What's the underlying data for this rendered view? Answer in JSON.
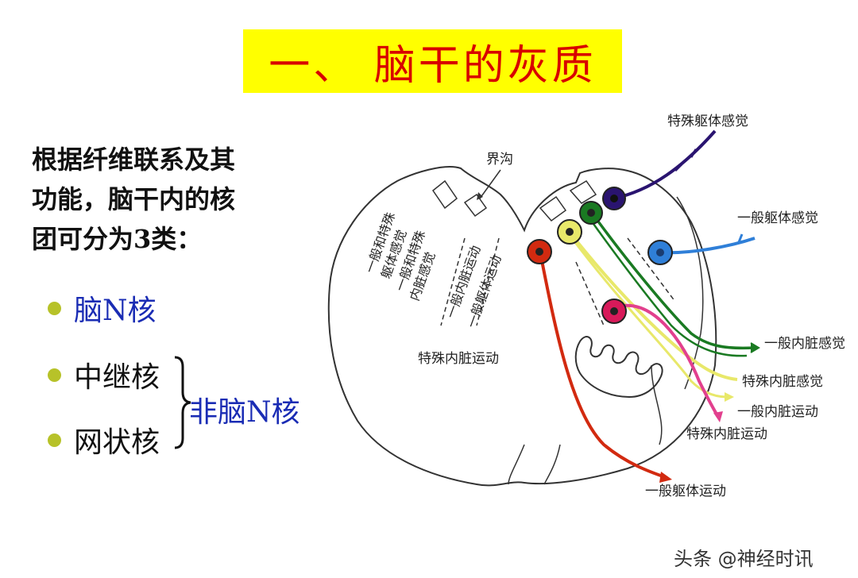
{
  "title": "一、 脑干的灰质",
  "intro_lines": [
    "根据纤维联系及其",
    "功能，脑干内的核",
    "团可分为3类："
  ],
  "bullets": [
    "脑N核",
    "中继核",
    "网状核"
  ],
  "group_label": "非脑N核",
  "diagram": {
    "label_sulcus": "界沟",
    "inner_labels": [
      "一般和特殊",
      "躯体感觉",
      "一般和特殊",
      "内脏感觉",
      "一般内脏运动",
      "一般躯体运动"
    ],
    "label_svm_left": "特殊内脏运动",
    "pathways": [
      {
        "label": "特殊躯体感觉",
        "color": "#2a1470"
      },
      {
        "label": "一般躯体感觉",
        "color": "#2f7fd8"
      },
      {
        "label": "一般内脏感觉",
        "color": "#1a7a22"
      },
      {
        "label": "特殊内脏感觉",
        "color": "#e8e86a"
      },
      {
        "label": "一般内脏运动",
        "color": "#e2408e"
      },
      {
        "label": "特殊内脏运动",
        "color": "#e2408e"
      },
      {
        "label": "一般躯体运动",
        "color": "#d22a10"
      }
    ]
  },
  "watermark": "头条 @神经时讯"
}
